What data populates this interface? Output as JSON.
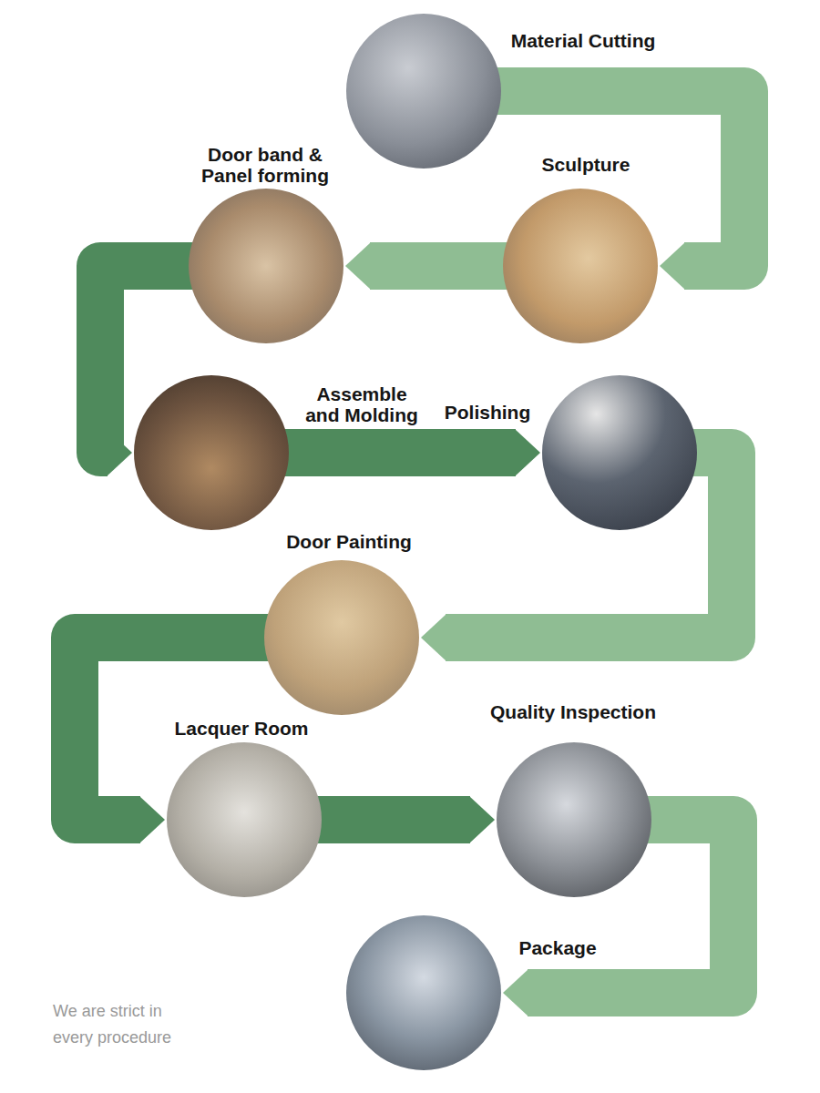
{
  "diagram": {
    "nodes": [
      {
        "text": [
          "Material Cutting"
        ]
      },
      {
        "text": [
          "Sculpture"
        ]
      },
      {
        "text": [
          "Door band & Panel forming"
        ]
      },
      {
        "text": [
          "Assemble and Molding"
        ]
      },
      {
        "text": [
          "Polishing"
        ]
      },
      {
        "text": [
          "Door Painting"
        ]
      },
      {
        "text": [
          "Lacquer Room"
        ]
      },
      {
        "text": [
          "Quality Inspection"
        ]
      },
      {
        "text": [
          "Package"
        ]
      }
    ],
    "edges": [
      {
        "from": 0,
        "to": 1,
        "arrow": "to"
      },
      {
        "from": 1,
        "to": 2,
        "arrow": "to"
      },
      {
        "from": 2,
        "to": 3,
        "arrow": "to"
      },
      {
        "from": 3,
        "to": 4,
        "arrow": "to"
      },
      {
        "from": 4,
        "to": 5,
        "arrow": "to"
      },
      {
        "from": 5,
        "to": 6,
        "arrow": "to"
      },
      {
        "from": 6,
        "to": 7,
        "arrow": "to"
      },
      {
        "from": 7,
        "to": 8,
        "arrow": "to"
      }
    ],
    "labels": [
      "We are strict in every procedure"
    ]
  }
}
